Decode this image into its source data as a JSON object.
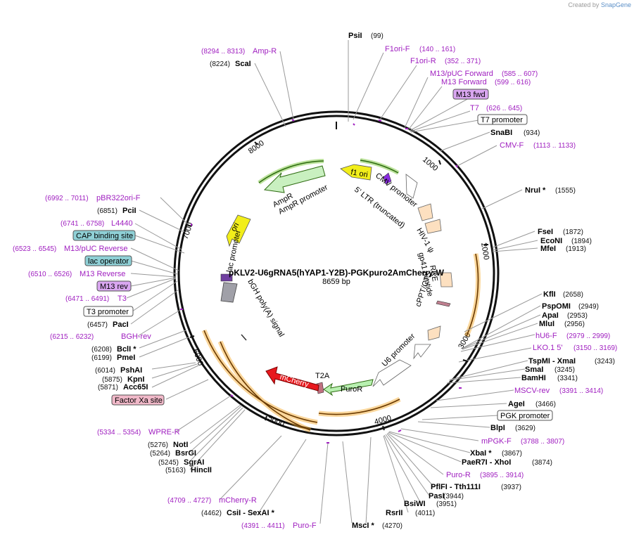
{
  "credit": {
    "prefix": "Created by",
    "brand": "SnapGene"
  },
  "map": {
    "name": "pKLV2-U6gRNA5(hYAP1-Y2B)-PGKpuro2AmCherry-W",
    "length": "8659 bp",
    "ticks": [
      "1000",
      "2000",
      "3000",
      "4000",
      "5000",
      "6000",
      "7000",
      "8000"
    ]
  },
  "sites_right": [
    {
      "name": "PsiI",
      "pos": "(99)"
    },
    {
      "name": "SnaBI",
      "pos": "(934)"
    },
    {
      "name": "NruI *",
      "pos": "(1555)"
    },
    {
      "name": "FseI",
      "pos": "(1872)"
    },
    {
      "name": "EcoNI",
      "pos": "(1894)"
    },
    {
      "name": "MfeI",
      "pos": "(1913)"
    },
    {
      "name": "KflI",
      "pos": "(2658)"
    },
    {
      "name": "PspOMI",
      "pos": "(2949)"
    },
    {
      "name": "ApaI",
      "pos": "(2953)"
    },
    {
      "name": "MluI",
      "pos": "(2956)"
    },
    {
      "name": "TspMI - XmaI",
      "pos": "(3243)"
    },
    {
      "name": "SmaI",
      "pos": "(3245)"
    },
    {
      "name": "BamHI",
      "pos": "(3341)"
    },
    {
      "name": "AgeI",
      "pos": "(3466)"
    },
    {
      "name": "BlpI",
      "pos": "(3629)"
    },
    {
      "name": "XbaI *",
      "pos": "(3867)"
    },
    {
      "name": "PaeR7I - XhoI",
      "pos": "(3874)"
    },
    {
      "name": "PflFI - Tth111I",
      "pos": "(3937)"
    },
    {
      "name": "PasI",
      "pos": "(3944)"
    },
    {
      "name": "BsiWI",
      "pos": "(3951)"
    },
    {
      "name": "RsrII",
      "pos": "(4011)"
    },
    {
      "name": "MscI *",
      "pos": "(4270)"
    }
  ],
  "sites_left": [
    {
      "name": "ScaI",
      "pos": "(8224)"
    },
    {
      "name": "PciI",
      "pos": "(6851)"
    },
    {
      "name": "PacI",
      "pos": "(6457)"
    },
    {
      "name": "BclI *",
      "pos": "(6208)"
    },
    {
      "name": "PmeI",
      "pos": "(6199)"
    },
    {
      "name": "PshAI",
      "pos": "(6014)"
    },
    {
      "name": "KpnI",
      "pos": "(5875)"
    },
    {
      "name": "Acc65I",
      "pos": "(5871)"
    },
    {
      "name": "NotI",
      "pos": "(5276)"
    },
    {
      "name": "BsrGI",
      "pos": "(5264)"
    },
    {
      "name": "SgrAI",
      "pos": "(5245)"
    },
    {
      "name": "HincII",
      "pos": "(5163)"
    },
    {
      "name": "CsiI - SexAI *",
      "pos": "(4462)"
    }
  ],
  "primers": [
    {
      "name": "F1ori-F",
      "range": "(140 .. 161)"
    },
    {
      "name": "F1ori-R",
      "range": "(352 .. 371)"
    },
    {
      "name": "M13/pUC Forward",
      "range": "(585 .. 607)"
    },
    {
      "name": "M13 Forward",
      "range": "(599 .. 616)"
    },
    {
      "name": "T7",
      "range": "(626 .. 645)"
    },
    {
      "name": "CMV-F",
      "range": "(1113 .. 1133)"
    },
    {
      "name": "hU6-F",
      "range": "(2979 .. 2999)"
    },
    {
      "name": "LKO.1 5'",
      "range": "(3150 .. 3169)"
    },
    {
      "name": "MSCV-rev",
      "range": "(3391 .. 3414)"
    },
    {
      "name": "mPGK-F",
      "range": "(3788 .. 3807)"
    },
    {
      "name": "Puro-R",
      "range": "(3895 .. 3914)"
    },
    {
      "name": "Puro-F",
      "range": "(4391 .. 4411)"
    },
    {
      "name": "mCherry-R",
      "range": "(4709 .. 4727)"
    },
    {
      "name": "WPRE-R",
      "range": "(5334 .. 5354)"
    },
    {
      "name": "BGH-rev",
      "range": "(6215 .. 6232)"
    },
    {
      "name": "T3",
      "range": "(6471 .. 6491)"
    },
    {
      "name": "M13 Reverse",
      "range": "(6510 .. 6526)"
    },
    {
      "name": "M13/pUC Reverse",
      "range": "(6523 .. 6545)"
    },
    {
      "name": "L4440",
      "range": "(6741 .. 6758)"
    },
    {
      "name": "pBR322ori-F",
      "range": "(6992 .. 7011)"
    },
    {
      "name": "Amp-R",
      "range": "(8294 .. 8313)"
    }
  ],
  "boxed_features": {
    "m13_fwd": "M13 fwd",
    "t7_promoter": "T7 promoter",
    "pgk_promoter": "PGK promoter",
    "cap_binding_site": "CAP binding site",
    "lac_operator": "lac operator",
    "m13_rev": "M13 rev",
    "t3_promoter": "T3 promoter",
    "factor_xa_site": "Factor Xa site"
  },
  "features": {
    "f1_ori": "f1 ori",
    "cmv_promoter": "CMV promoter",
    "ltr": "5' LTR (truncated)",
    "hiv_psi": "HIV-1 ψ",
    "rre": "RRE",
    "gp41": "gp41 peptide",
    "cppt": "cPPT/CTS",
    "u6": "U6 promoter",
    "puror": "PuroR",
    "t2a": "T2A",
    "mcherry": "mCherry",
    "bgh": "bGH poly(A) signal",
    "lac_promoter": "lac promoter",
    "ori": "ori",
    "ampr": "AmpR",
    "ampr_promoter": "AmpR promoter"
  },
  "colors": {
    "backbone": "#111111",
    "primer": "#a020c0",
    "orf_arrow": "#f5a623",
    "cap_box": "#8fd0d6",
    "m13_box": "#d9a6f0",
    "factor_box": "#f0b8c8"
  }
}
